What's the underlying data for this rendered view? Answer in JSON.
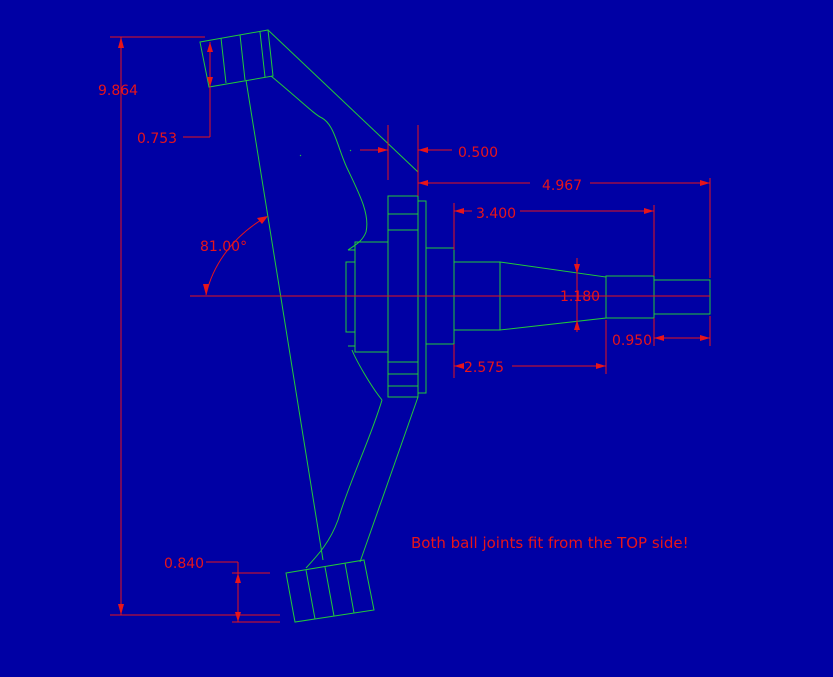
{
  "drawing": {
    "part": "steering knuckle / spindle",
    "colors": {
      "background": "#0000a4",
      "geometry": "#22c93a",
      "dimensions": "#e8141a"
    }
  },
  "dimensions": {
    "overall_height": "9.864",
    "top_joint_height": "0.753",
    "flange_offset": "0.500",
    "spindle_length": "4.967",
    "spindle_step_length": "3.400",
    "kingpin_angle": "81.00°",
    "taper_diameter": "1.180",
    "taper_length": "2.575",
    "tip_length": "0.950",
    "bottom_joint_height": "0.840"
  },
  "notes": {
    "ball_joints": "Both ball joints fit from the TOP side!"
  }
}
